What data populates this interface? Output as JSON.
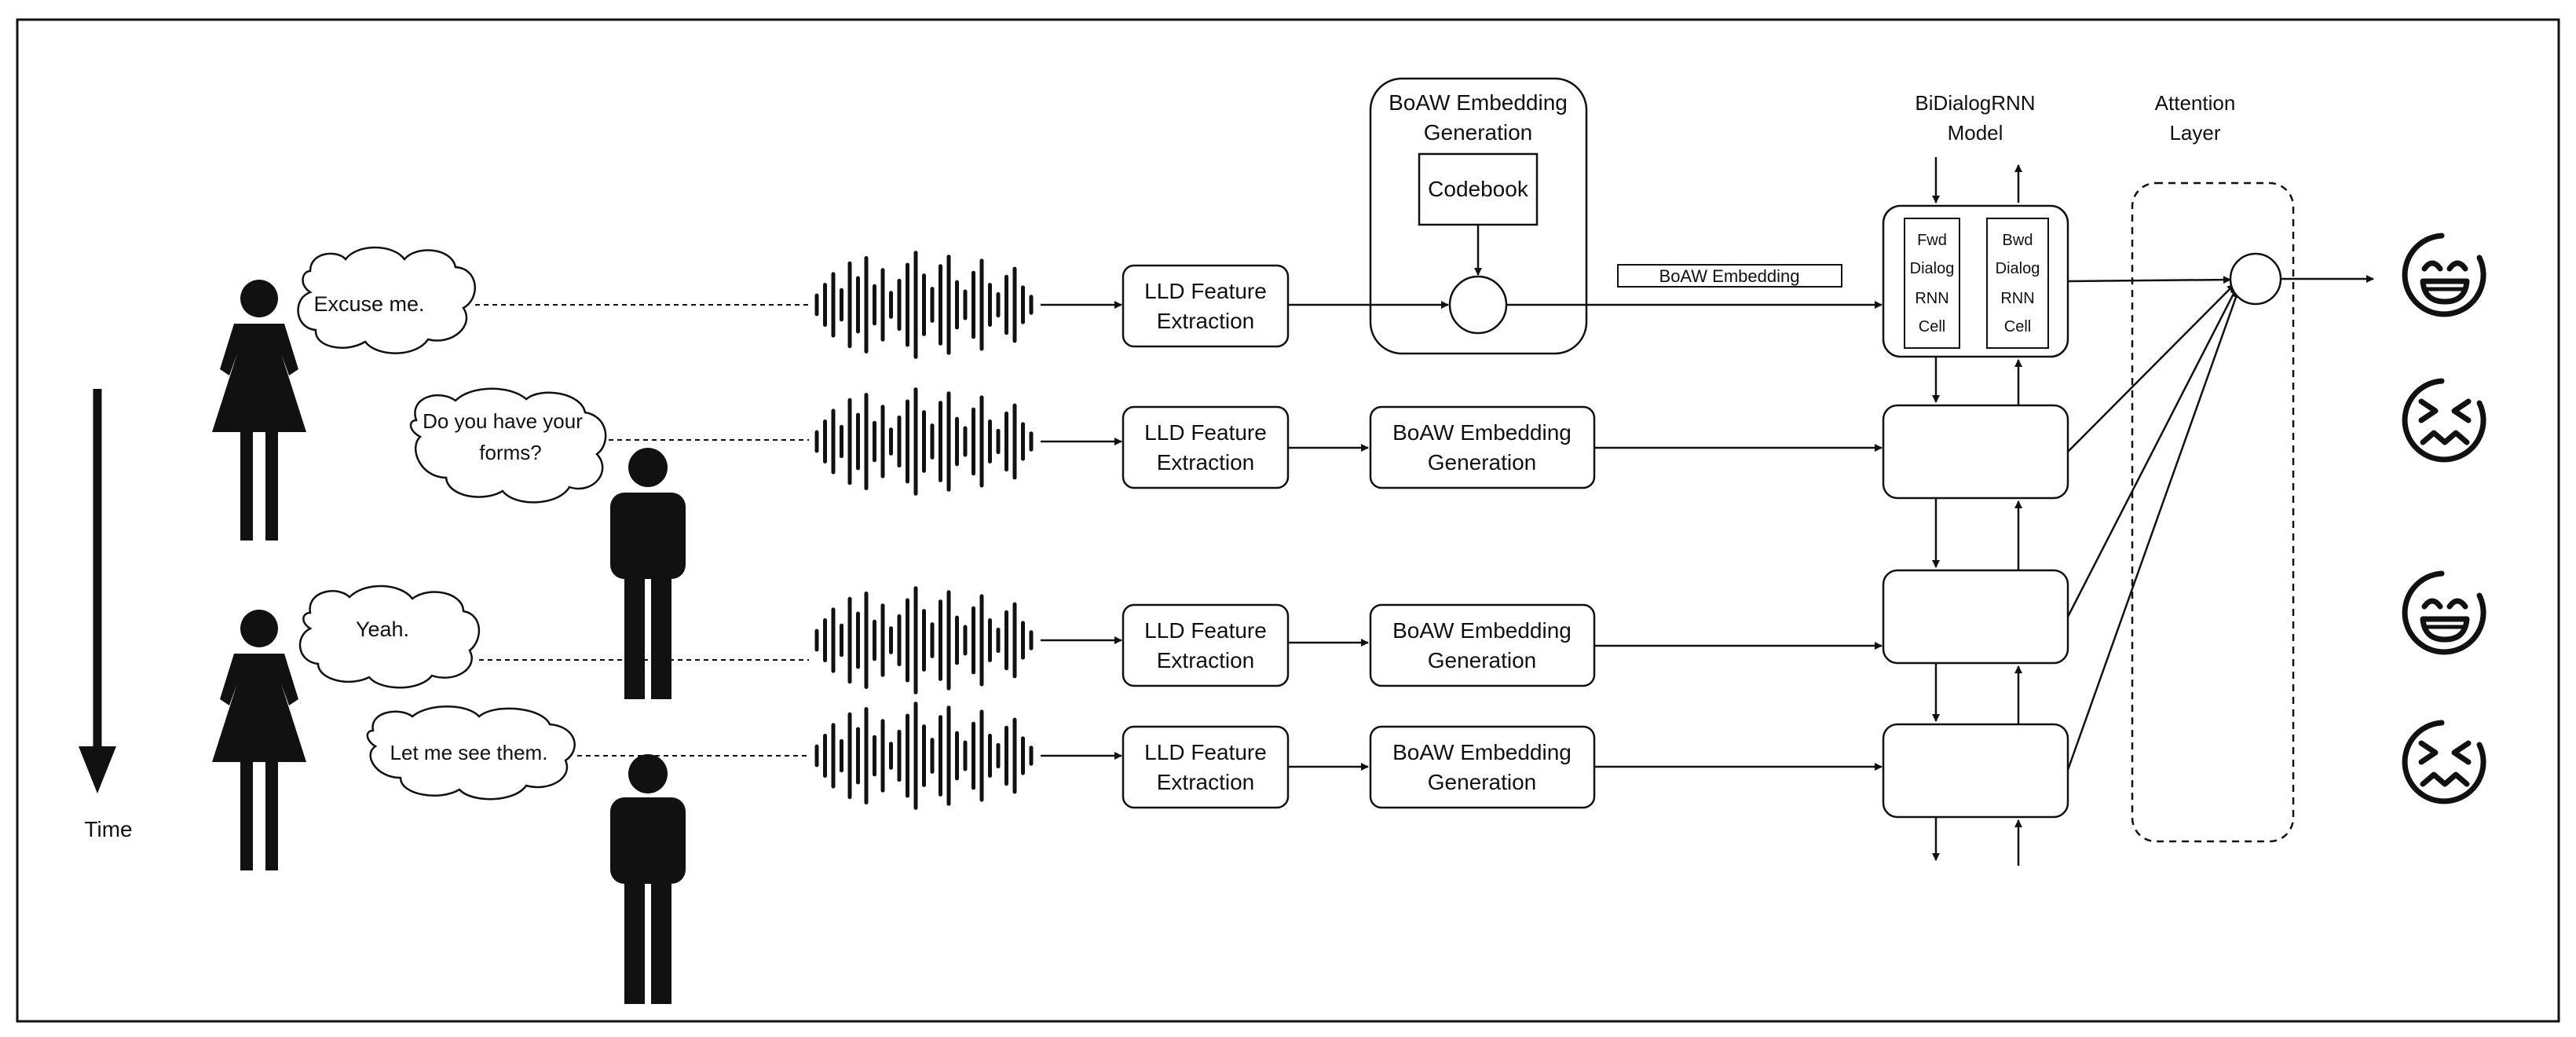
{
  "axis": {
    "time_label": "Time"
  },
  "utterances": [
    {
      "lines": [
        "Excuse me."
      ]
    },
    {
      "lines": [
        "Do you have your",
        "forms?"
      ]
    },
    {
      "lines": [
        "Yeah."
      ]
    },
    {
      "lines": [
        "Let me see them."
      ]
    }
  ],
  "lld_label": [
    "LLD Feature",
    "Extraction"
  ],
  "boaw_block": {
    "title": [
      "BoAW Embedding",
      "Generation"
    ],
    "codebook": "Codebook"
  },
  "boaw_box_label": [
    "BoAW Embedding",
    "Generation"
  ],
  "embedding_tag": "BoAW Embedding",
  "rnn_model": {
    "title": [
      "BiDialogRNN",
      "Model"
    ],
    "fwd_cell": [
      "Fwd",
      "Dialog",
      "RNN",
      "Cell"
    ],
    "bwd_cell": [
      "Bwd",
      "Dialog",
      "RNN",
      "Cell"
    ]
  },
  "attention": {
    "title": [
      "Attention",
      "Layer"
    ]
  },
  "emotions": [
    "happy",
    "disgusted",
    "happy",
    "disgusted"
  ]
}
